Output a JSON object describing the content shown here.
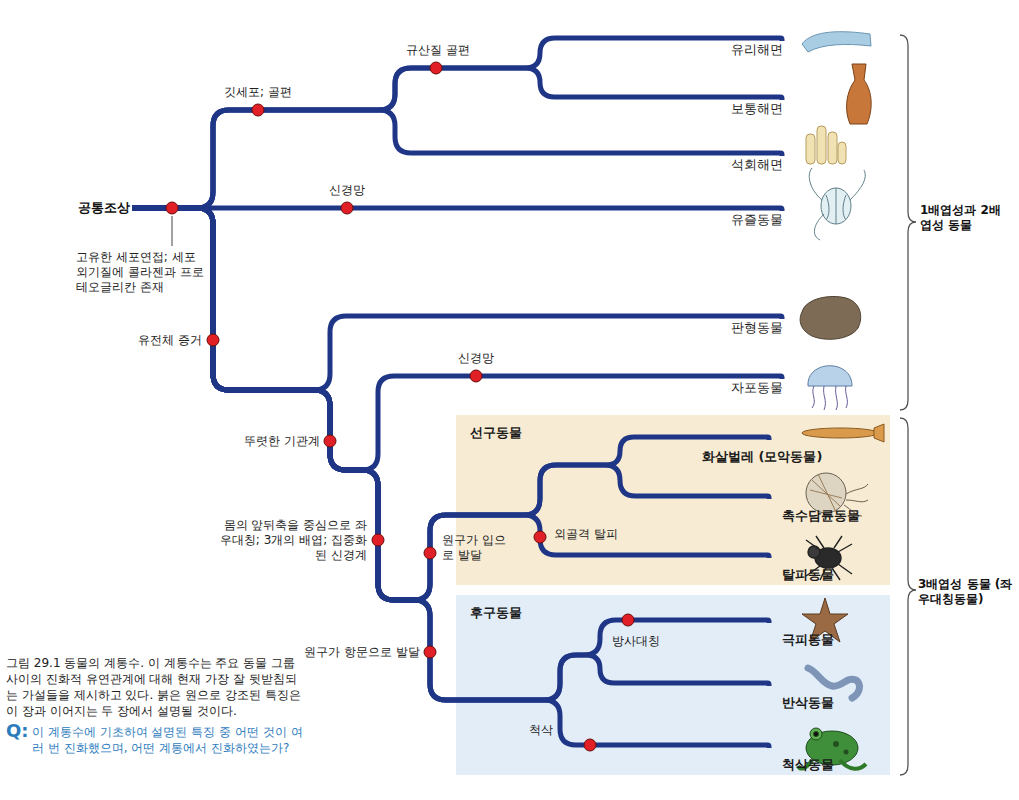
{
  "diagram": {
    "caption": "그림 29.1 동물의 계통수. 이 계통수는 주요 동물 그룹 사이의 진화적 유연관계에 대해 현재 가장 잘 뒷받침되는 가설들을 제시하고 있다. 붉은 원으로 강조된 특징은 이 장과 이어지는 두 장에서 설명될 것이다.",
    "nodes": [
      {
        "text": [
          "공통조상"
        ]
      },
      {
        "text": [
          "유리해면"
        ]
      },
      {
        "text": [
          "보통해면"
        ]
      },
      {
        "text": [
          "석회해면"
        ]
      },
      {
        "text": [
          "유즐동물"
        ]
      },
      {
        "text": [
          "판형동물"
        ]
      },
      {
        "text": [
          "자포동물"
        ]
      },
      {
        "text": [
          "선구동물"
        ]
      },
      {
        "text": [
          "화살벌레 (모악동물)"
        ],
        "in": 7
      },
      {
        "text": [
          "촉수담륜동물"
        ],
        "in": 7
      },
      {
        "text": [
          "탈피동물"
        ],
        "in": 7
      },
      {
        "text": [
          "후구동물"
        ]
      },
      {
        "text": [
          "극피동물"
        ],
        "in": 11
      },
      {
        "text": [
          "반삭동물"
        ],
        "in": 11
      },
      {
        "text": [
          "척삭동물"
        ],
        "in": 11
      }
    ],
    "edges": [
      {
        "from": 0,
        "to": 1,
        "arrow": "none"
      },
      {
        "from": 0,
        "to": 2,
        "arrow": "none"
      },
      {
        "from": 0,
        "to": 3,
        "arrow": "none"
      },
      {
        "from": 0,
        "to": 4,
        "arrow": "none"
      },
      {
        "from": 0,
        "to": 5,
        "arrow": "none"
      },
      {
        "from": 0,
        "to": 6,
        "arrow": "none"
      },
      {
        "from": 0,
        "to": 8,
        "arrow": "none"
      },
      {
        "from": 0,
        "to": 9,
        "arrow": "none"
      },
      {
        "from": 0,
        "to": 10,
        "arrow": "none"
      },
      {
        "from": 0,
        "to": 12,
        "arrow": "none"
      },
      {
        "from": 0,
        "to": 13,
        "arrow": "none"
      },
      {
        "from": 0,
        "to": 14,
        "arrow": "none"
      }
    ],
    "labels": [
      "깃세포; 골편",
      "규산질 골편",
      "신경망",
      "고유한 세포연접; 세포외기질에 콜라젠과 프로테오글리칸 존재",
      "유전체 증거",
      "신경망",
      "뚜렷한 기관계",
      "몸의 앞뒤축을 중심으로 좌우대칭; 3개의 배엽; 집중화된 신경계",
      "원구가 입으로 발달",
      "외골격 탈피",
      "원구가 항문으로 발달",
      "방사대칭",
      "척삭",
      "1배엽성과 2배엽성 동물",
      "3배엽성 동물 (좌우대칭동물)",
      "Q:",
      "이 계통수에 기초하여 설명된 특징 중 어떤 것이 여러 번 진화했으며, 어떤 계통에서 진화하였는가?"
    ]
  }
}
